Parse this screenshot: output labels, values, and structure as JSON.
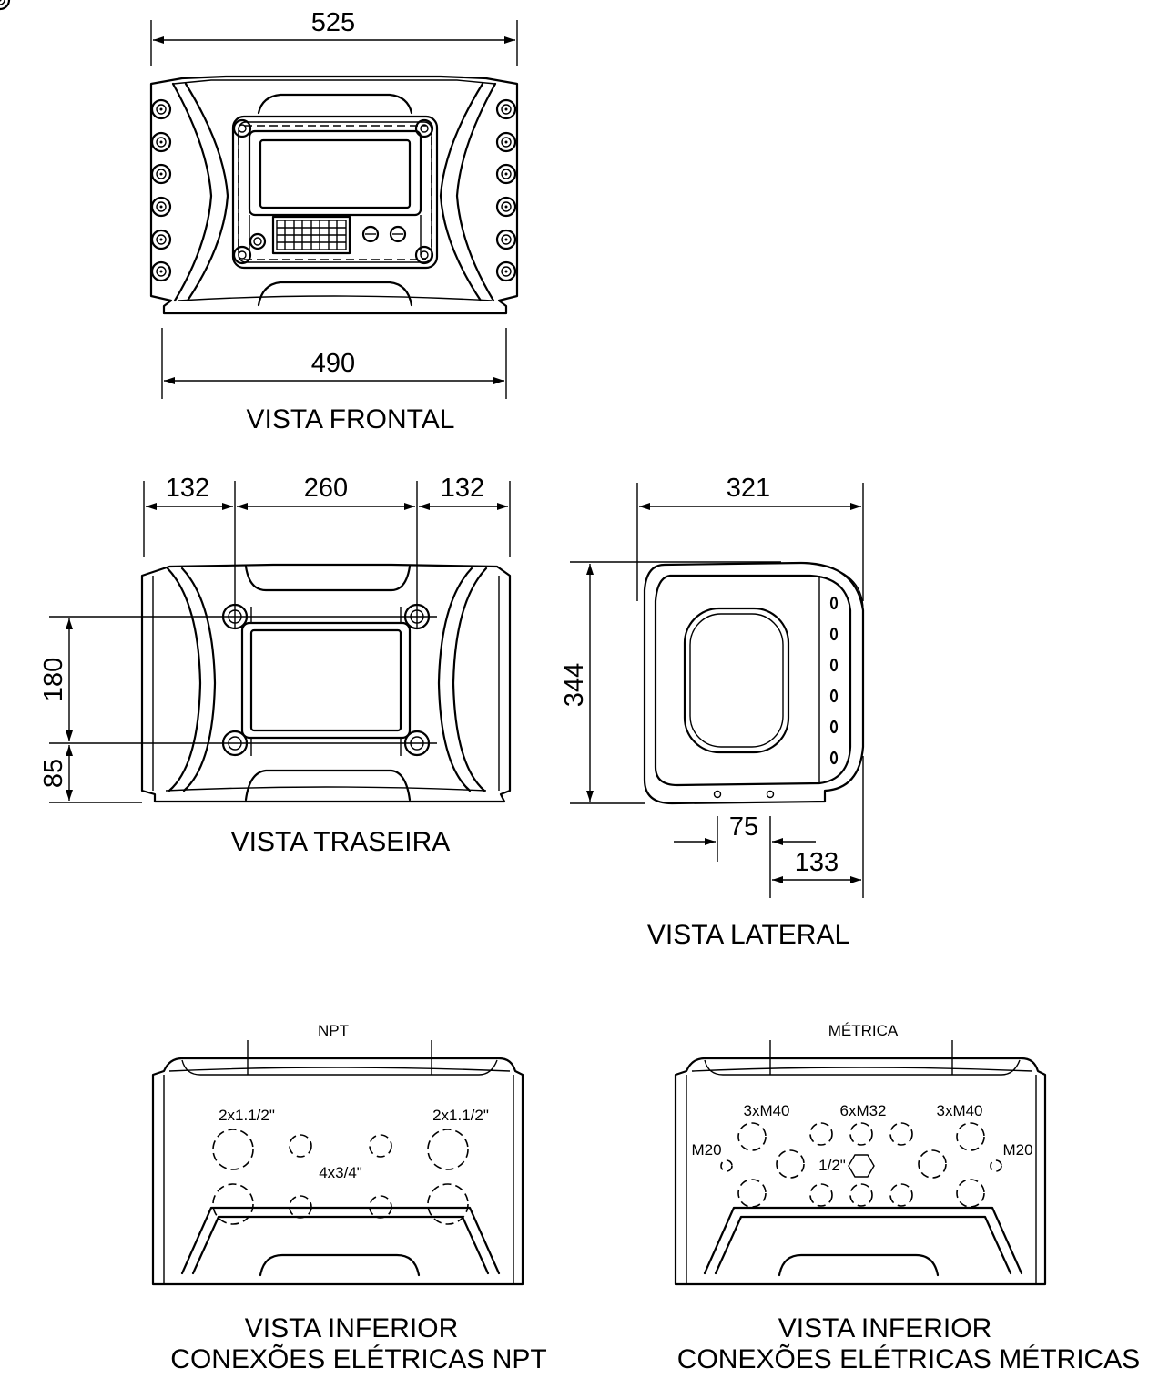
{
  "dimensions": {
    "front_width_top": "525",
    "front_width_bottom": "490",
    "rear_left": "132",
    "rear_middle": "260",
    "rear_right": "132",
    "rear_vertical_upper": "180",
    "rear_vertical_lower": "85",
    "side_depth": "321",
    "side_height": "344",
    "side_hole_a": "75",
    "side_hole_b": "133"
  },
  "views": {
    "front": "VISTA FRONTAL",
    "rear": "VISTA TRASEIRA",
    "side": "VISTA LATERAL",
    "bottom_npt_line1": "VISTA INFERIOR",
    "bottom_npt_line2": "CONEXÕES ELÉTRICAS NPT",
    "bottom_metric_line1": "VISTA INFERIOR",
    "bottom_metric_line2": "CONEXÕES ELÉTRICAS MÉTRICAS"
  },
  "npt": {
    "header": "NPT",
    "left_large": "2x1.1/2\"",
    "right_large": "2x1.1/2\"",
    "middle_small": "4x3/4\""
  },
  "metric": {
    "header": "MÉTRICA",
    "left_group": "3xM40",
    "center_group": "6xM32",
    "right_group": "3xM40",
    "left_small": "M20",
    "right_small": "M20",
    "center_hex": "1/2\""
  }
}
